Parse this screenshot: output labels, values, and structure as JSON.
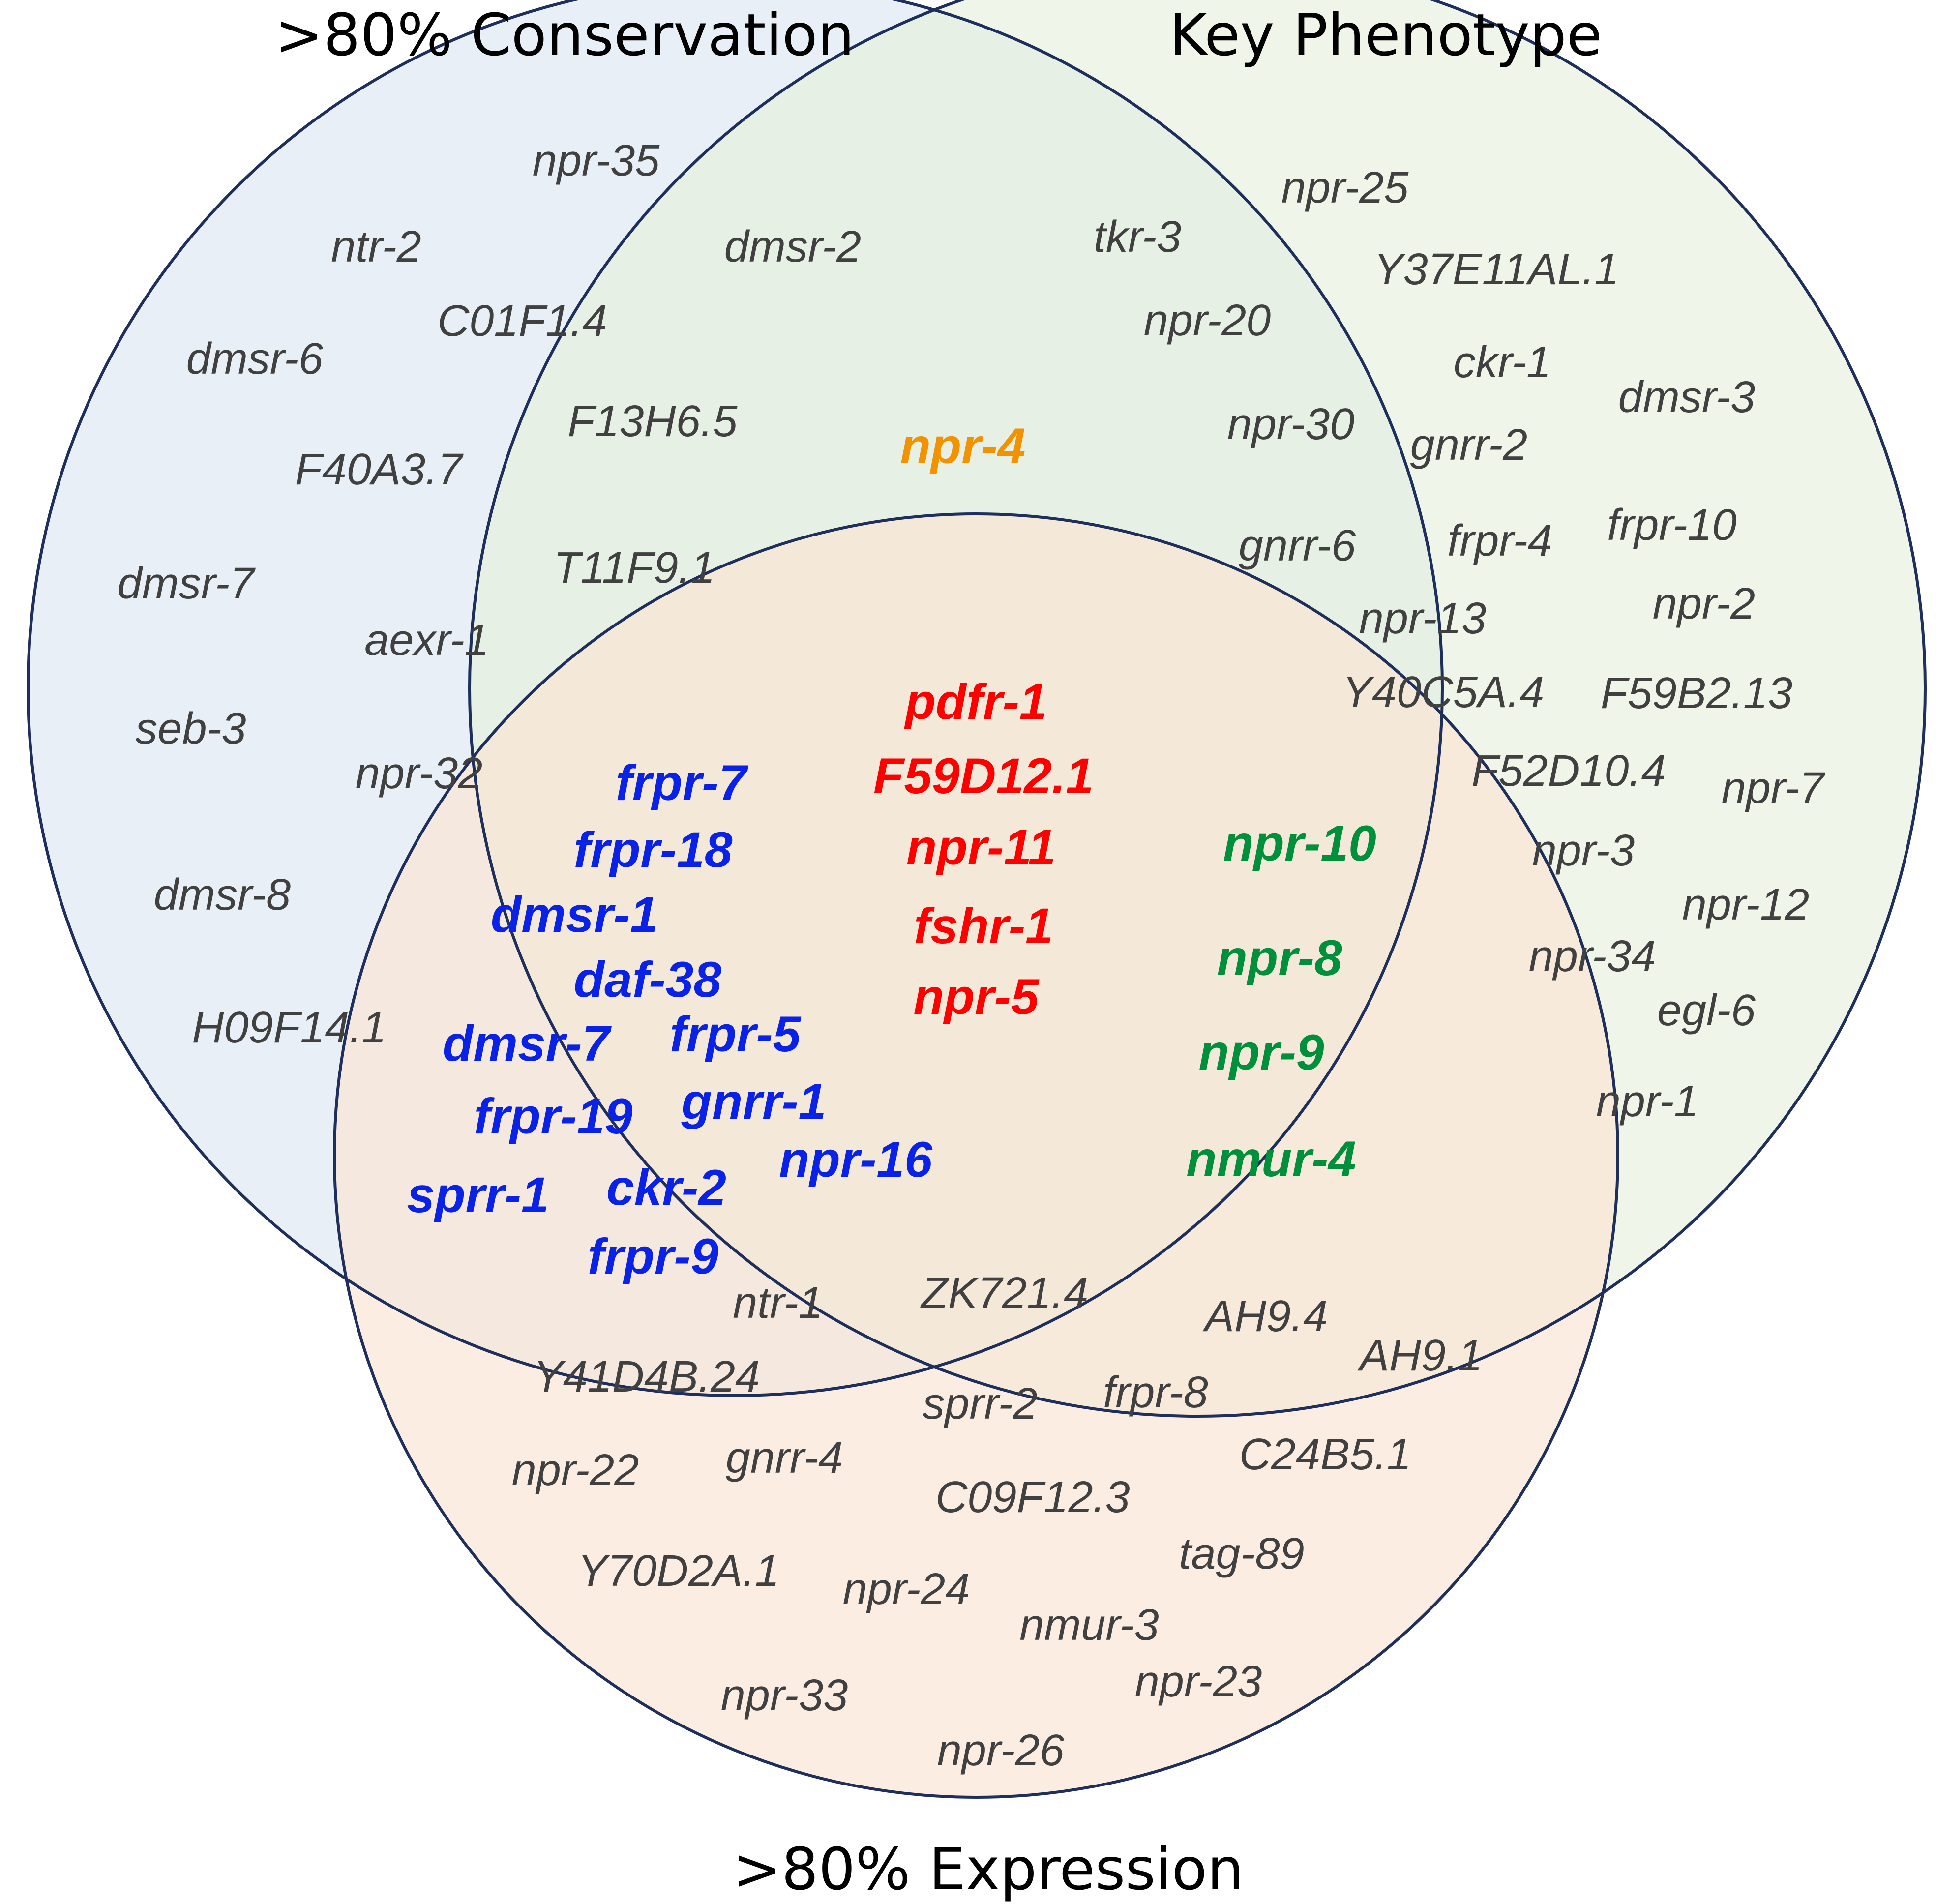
{
  "colors": {
    "outline": "#1f2f5c",
    "conservation_fill": "#dde6f3",
    "phenotype_fill": "#e6efdc",
    "expression_fill": "#fbe3d2",
    "gene_plain": "#404040",
    "highlight_orange": "#f39200",
    "highlight_red": "#ff0000",
    "highlight_blue": "#0a22e6",
    "highlight_green": "#008f3a"
  },
  "sets": {
    "conservation": {
      "title": ">80% Conservation"
    },
    "phenotype": {
      "title": "Key Phenotype"
    },
    "expression": {
      "title": ">80% Expression"
    }
  },
  "regions": {
    "conservation_only": {
      "style": "plain",
      "genes": [
        "npr-35",
        "ntr-2",
        "dmsr-2",
        "C01F1.4",
        "dmsr-6",
        "F13H6.5",
        "F40A3.7",
        "T11F9.1",
        "dmsr-7",
        "aexr-1",
        "seb-3",
        "npr-32",
        "dmsr-8",
        "H09F14.1"
      ]
    },
    "conservation_phenotype": {
      "style": "orange",
      "genes": [
        "npr-4"
      ]
    },
    "all_three": {
      "style": "red",
      "genes": [
        "pdfr-1",
        "F59D12.1",
        "npr-11",
        "fshr-1",
        "npr-5"
      ]
    },
    "conservation_expression": {
      "style": "blue",
      "genes": [
        "frpr-7",
        "frpr-18",
        "dmsr-1",
        "daf-38",
        "dmsr-7",
        "frpr-5",
        "frpr-19",
        "gnrr-1",
        "npr-16",
        "sprr-1",
        "ckr-2",
        "frpr-9"
      ]
    },
    "phenotype_only": {
      "style": "plain",
      "genes": [
        "npr-25",
        "tkr-3",
        "Y37E11AL.1",
        "npr-20",
        "ckr-1",
        "dmsr-3",
        "npr-30",
        "gnrr-2",
        "gnrr-6",
        "frpr-4",
        "frpr-10",
        "npr-13",
        "npr-2",
        "Y40C5A.4",
        "F59B2.13",
        "F52D10.4",
        "npr-7",
        "npr-3",
        "npr-12",
        "npr-34",
        "egl-6",
        "npr-1"
      ]
    },
    "phenotype_expression": {
      "style": "green",
      "genes": [
        "npr-10",
        "npr-8",
        "npr-9",
        "nmur-4"
      ]
    },
    "expression_only": {
      "style": "plain",
      "genes": [
        "ntr-1",
        "ZK721.4",
        "AH9.4",
        "AH9.1",
        "Y41D4B.24",
        "sprr-2",
        "frpr-8",
        "npr-22",
        "gnrr-4",
        "C24B5.1",
        "C09F12.3",
        "tag-89",
        "Y70D2A.1",
        "npr-24",
        "nmur-3",
        "npr-33",
        "npr-23",
        "npr-26"
      ]
    }
  }
}
